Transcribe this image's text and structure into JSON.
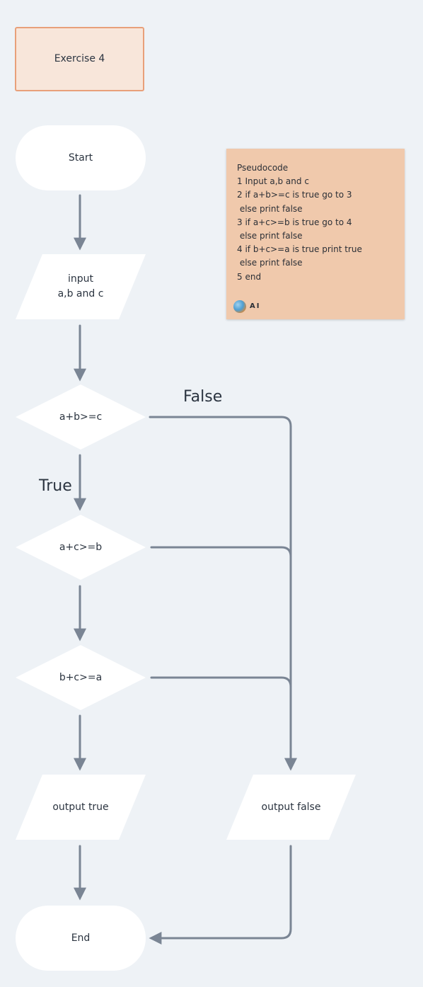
{
  "diagram": {
    "title": "Exercise 4",
    "nodes": {
      "start": "Start",
      "input": "input\na,b and c",
      "cond1": "a+b>=c",
      "cond2": "a+c>=b",
      "cond3": "b+c>=a",
      "output_true": "output true",
      "output_false": "output false",
      "end": "End"
    },
    "edge_labels": {
      "false": "False",
      "true": "True"
    },
    "note": {
      "lines": [
        "Pseudocode",
        "1 Input a,b and c",
        "2 if a+b>=c is true go to 3",
        " else print false",
        "3 if a+c>=b is true go to 4",
        " else print false",
        "4 if b+c>=a is true print true",
        " else print false",
        "5 end"
      ],
      "author": "AI"
    },
    "colors": {
      "background": "#eef2f6",
      "node_fill": "#ffffff",
      "connector": "#7a8594",
      "title_fill": "#f8e6da",
      "title_border": "#e8a07a",
      "note_fill": "#f0c9ac"
    }
  }
}
